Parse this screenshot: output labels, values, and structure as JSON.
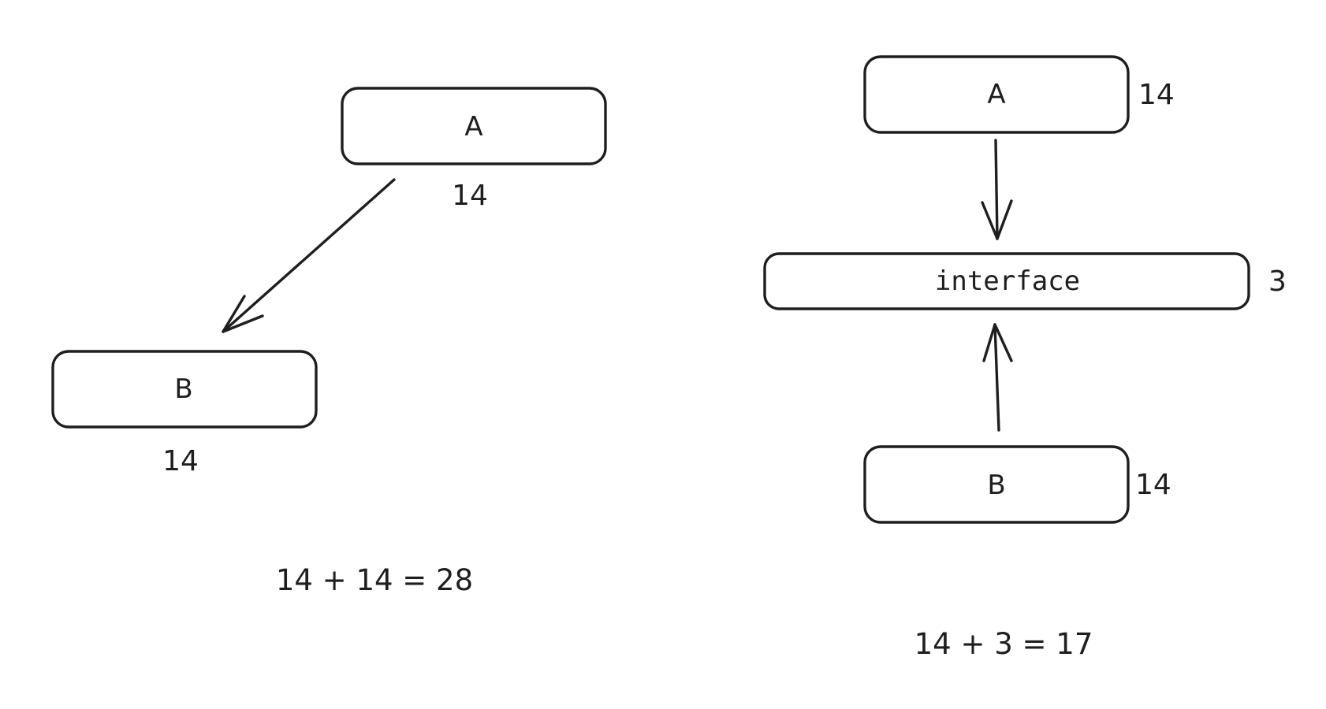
{
  "left_diagram": {
    "node_a": {
      "label": "A",
      "count": "14"
    },
    "node_b": {
      "label": "B",
      "count": "14"
    },
    "formula": "14 + 14 = 28"
  },
  "right_diagram": {
    "node_a": {
      "label": "A",
      "count": "14"
    },
    "interface": {
      "label": "interface",
      "count": "3"
    },
    "node_b": {
      "label": "B",
      "count": "14"
    },
    "formula": "14 + 3 = 17"
  }
}
